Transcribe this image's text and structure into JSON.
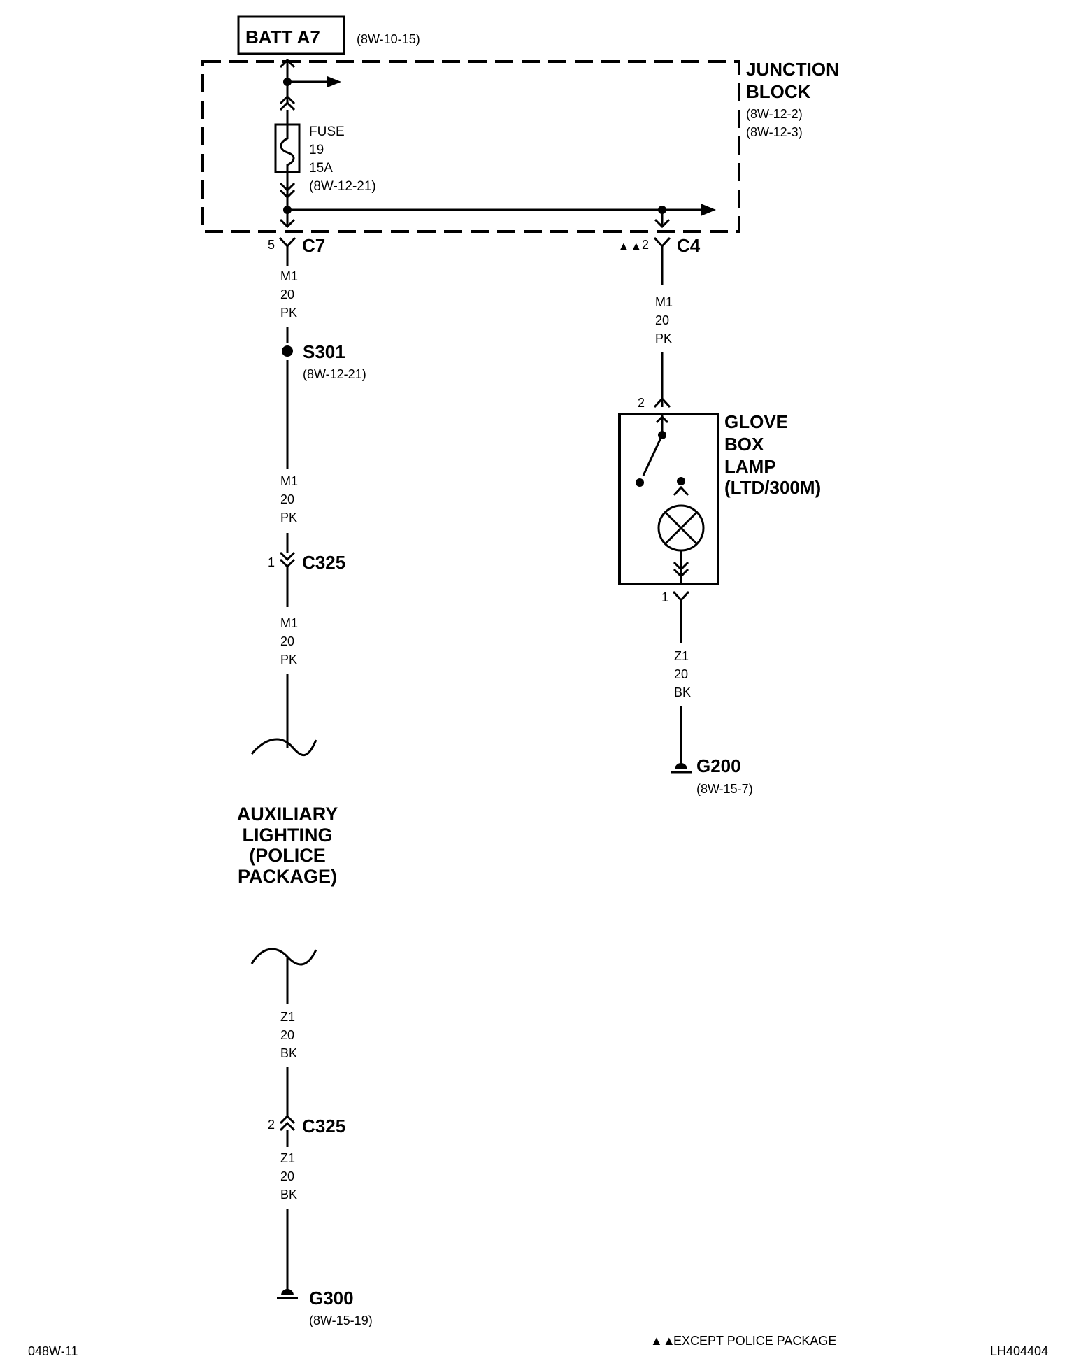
{
  "battery": {
    "label": "BATT A7",
    "ref": "(8W-10-15)"
  },
  "junction_block": {
    "title_line1": "JUNCTION",
    "title_line2": "BLOCK",
    "ref1": "(8W-12-2)",
    "ref2": "(8W-12-3)"
  },
  "fuse": {
    "line1": "FUSE",
    "line2": "19",
    "line3": "15A",
    "ref": "(8W-12-21)"
  },
  "connector_c7": {
    "pin": "5",
    "name": "C7"
  },
  "connector_c4": {
    "marker": "▲▲",
    "pin": "2",
    "name": "C4"
  },
  "wire_m1": {
    "circuit": "M1",
    "gauge": "20",
    "color": "PK"
  },
  "wire_z1": {
    "circuit": "Z1",
    "gauge": "20",
    "color": "BK"
  },
  "splice_s301": {
    "name": "S301",
    "ref": "(8W-12-21)"
  },
  "connector_c325_a": {
    "pin": "1",
    "name": "C325"
  },
  "connector_c325_b": {
    "pin": "2",
    "name": "C325"
  },
  "aux_lighting": {
    "line1": "AUXILIARY",
    "line2": "LIGHTING",
    "line3": "(POLICE",
    "line4": "PACKAGE)"
  },
  "glove_box_lamp": {
    "pin_top": "2",
    "pin_bottom": "1",
    "line1": "GLOVE",
    "line2": "BOX",
    "line3": "LAMP",
    "line4": "(LTD/300M)"
  },
  "ground_g200": {
    "name": "G200",
    "ref": "(8W-15-7)"
  },
  "ground_g300": {
    "name": "G300",
    "ref": "(8W-15-19)"
  },
  "footer": {
    "page_id": "048W-11",
    "legend_marker": "▲▲",
    "legend_text": "EXCEPT POLICE PACKAGE",
    "figure_id": "LH404404"
  }
}
